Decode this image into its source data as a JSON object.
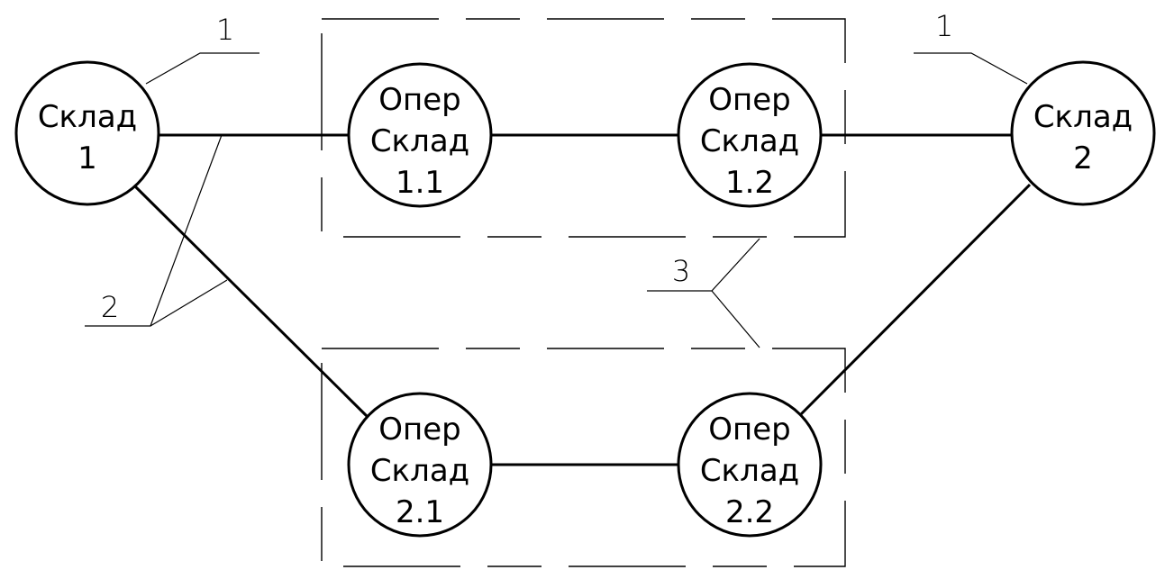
{
  "nodes": {
    "warehouse_1": {
      "line1": "Склад",
      "line2": "1"
    },
    "warehouse_2": {
      "line1": "Склад",
      "line2": "2"
    },
    "op_1_1": {
      "line1": "Опер",
      "line2": "Склад",
      "line3": "1.1"
    },
    "op_1_2": {
      "line1": "Опер",
      "line2": "Склад",
      "line3": "1.2"
    },
    "op_2_1": {
      "line1": "Опер",
      "line2": "Склад",
      "line3": "2.1"
    },
    "op_2_2": {
      "line1": "Опер",
      "line2": "Склад",
      "line3": "2.2"
    }
  },
  "callouts": {
    "left_1": "1",
    "right_1": "1",
    "edges_2": "2",
    "groups_3": "3"
  }
}
